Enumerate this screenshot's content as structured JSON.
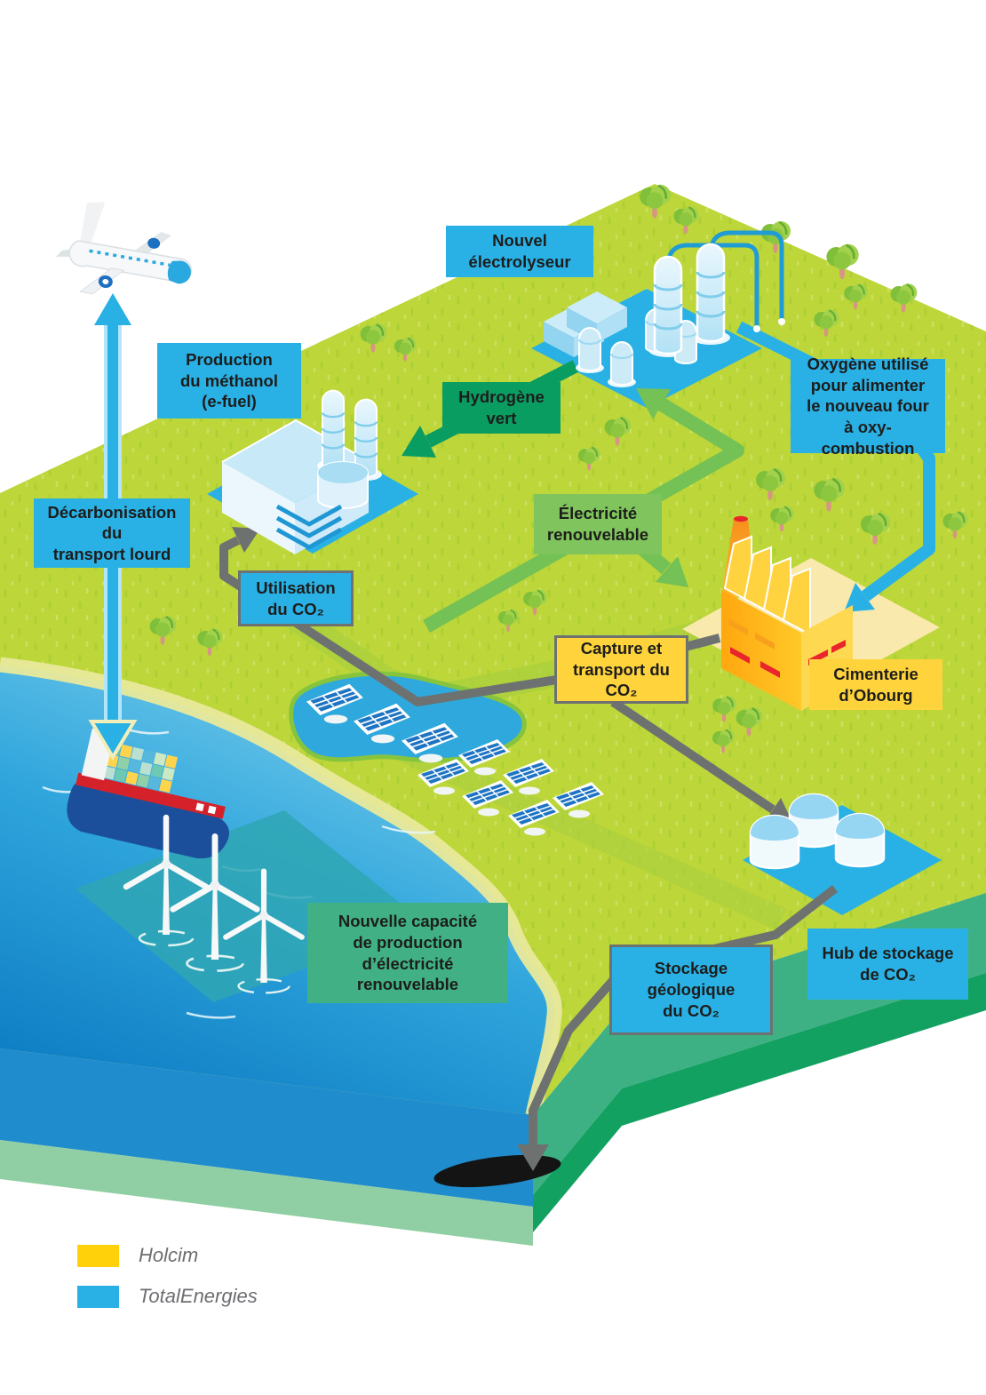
{
  "labels": {
    "nouvel_electrolyseur": "Nouvel\nélectrolyseur",
    "production_methanol": "Production\ndu méthanol\n(e-fuel)",
    "hydrogene_vert": "Hydrogène\nvert",
    "oxygene": "Oxygène utilisé\npour alimenter\nle nouveau four\nà oxy-combustion",
    "decarbonisation": "Décarbonisation\ndu\ntransport lourd",
    "electricite": "Électricité\nrenouvelable",
    "utilisation_co2": "Utilisation\ndu CO₂",
    "capture_co2": "Capture et\ntransport du\nCO₂",
    "cimenterie": "Cimenterie\nd’Obourg",
    "nouvelle_capacite": "Nouvelle capacité\nde production\nd’électricité\nrenouvelable",
    "stockage_geologique": "Stockage\ngéologique\ndu CO₂",
    "hub_stockage": "Hub de stockage\nde CO₂"
  },
  "legend": {
    "items": [
      {
        "label": "Holcim",
        "color": "#FFD10A"
      },
      {
        "label": "TotalEnergies",
        "color": "#29B1E6"
      }
    ]
  },
  "colors": {
    "totalenergies_blue": "#29B1E6",
    "holcim_yellow": "#FFD10A",
    "hydrogen_green": "#0A9D62",
    "renewable_green": "#7FC45C",
    "teal_green": "#41B185",
    "pipeline_gray": "#6D7271",
    "land_green": "#BDD63A",
    "text": "#1D1D1B"
  }
}
